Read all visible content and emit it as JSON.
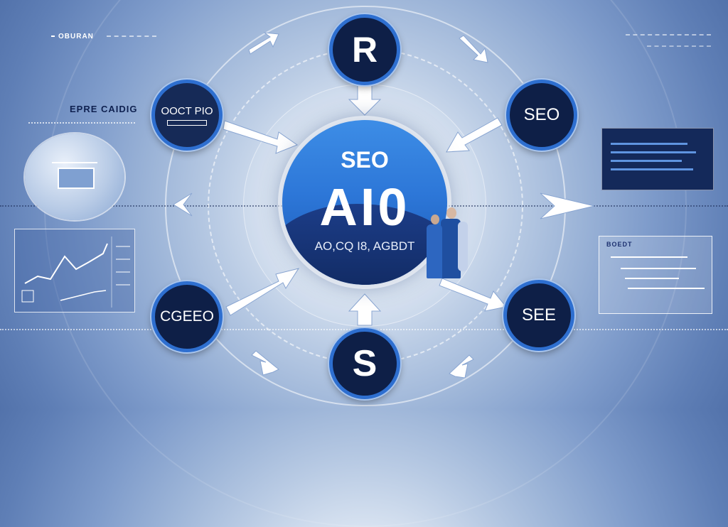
{
  "center": {
    "top_label": "SEO",
    "main_label": "AI0",
    "sub_label": "AO,CQ I8, AGBDT"
  },
  "nodes": {
    "top": "R",
    "bottom": "S",
    "upper_left": "OOCT PIO",
    "upper_right": "SEO",
    "lower_left": "CGEEO",
    "lower_right": "SEE"
  },
  "side_labels": {
    "top_left": "OBURAN",
    "left": "EPRE CAIDIG",
    "right_panel_header": "BOEDT"
  },
  "colors": {
    "accent": "#2e6fd0",
    "node_fill": "#0e1f47",
    "center_top": "#3d8de6",
    "center_bottom": "#10285e"
  }
}
